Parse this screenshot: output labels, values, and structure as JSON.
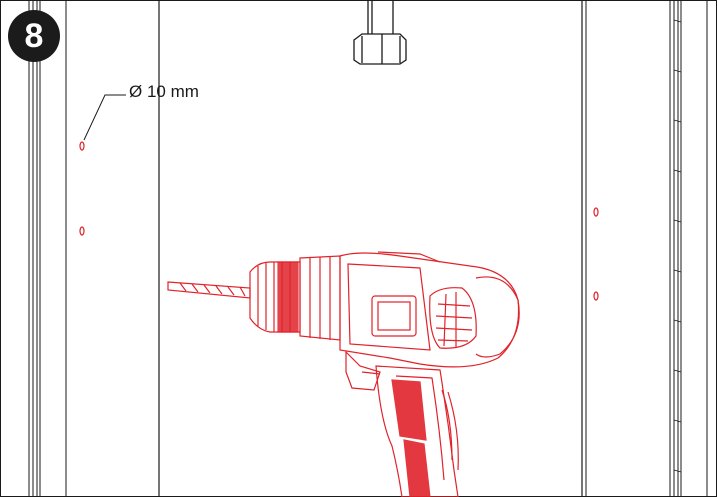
{
  "step": {
    "number": "8"
  },
  "annotation": {
    "hole_diameter": "Ø 10 mm"
  },
  "colors": {
    "line": "#1a1a1a",
    "accent": "#e0232b",
    "badge": "#1b1b1b",
    "background": "#ffffff"
  },
  "icons": {
    "tool": "power-drill-icon",
    "fitting": "hex-nut-icon"
  },
  "markers": {
    "drill_holes": 4
  }
}
